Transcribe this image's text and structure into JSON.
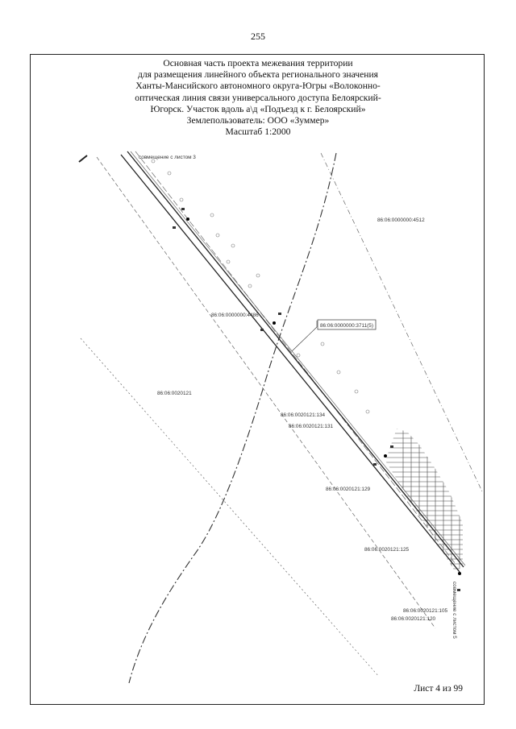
{
  "page_number": "255",
  "title_lines": [
    "Основная часть проекта межевания территории",
    "для размещения линейного объекта  регионального значения",
    "Ханты-Мансийского автономного округа-Югры «Волоконно-",
    "оптическая линия связи универсального доступа Белоярский-",
    "Югорск. Участок вдоль а\\д «Подъезд к г. Белоярский»",
    "Землепользователь: ООО «Зуммер»",
    "Масштаб 1:2000"
  ],
  "sheet_label": "Лист 4 из 99",
  "map": {
    "labels": {
      "top_left": "совмещение с листом 3",
      "parcel_4512": "86:06:0000000:4512",
      "parcel_4486": "86:06:0000000:4486",
      "parcel_boxed": "86:06:0000000:3711(5)",
      "parcel_121": "86:06:0020121",
      "parcel_134": "86:06:0020121:134",
      "parcel_131": "86:06:0020121:131",
      "parcel_129": "86:06:0020121:129",
      "parcel_125": "86:06:0020121:125",
      "parcel_105": "86:06:0020121:105",
      "parcel_120": "86:06:0020121:120",
      "bottom_right_vertical": "совмещение с листом 5"
    }
  }
}
